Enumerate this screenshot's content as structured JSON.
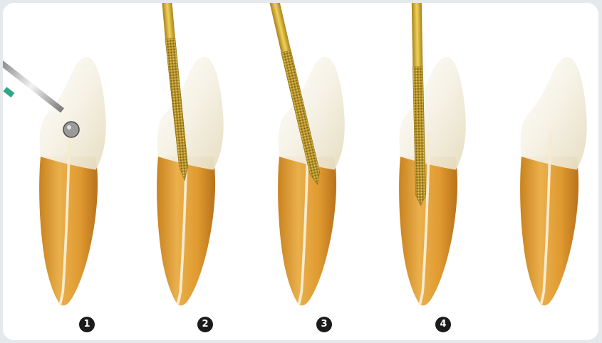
{
  "steps": [
    {
      "number": "1",
      "tool": "round-bur"
    },
    {
      "number": "2",
      "tool": "diamond-file"
    },
    {
      "number": "3",
      "tool": "diamond-file"
    },
    {
      "number": "4",
      "tool": "diamond-file"
    },
    {
      "number": "",
      "tool": "none"
    }
  ],
  "colors": {
    "background": "#e6e9ec",
    "panel": "#ffffff",
    "enamel": "#f2efe2",
    "root": "#e4a23a",
    "root_dark": "#c07d1c",
    "pulp": "#f6e6c4",
    "file_gold": "#d8b43a",
    "badge": "#1b1b1b"
  }
}
